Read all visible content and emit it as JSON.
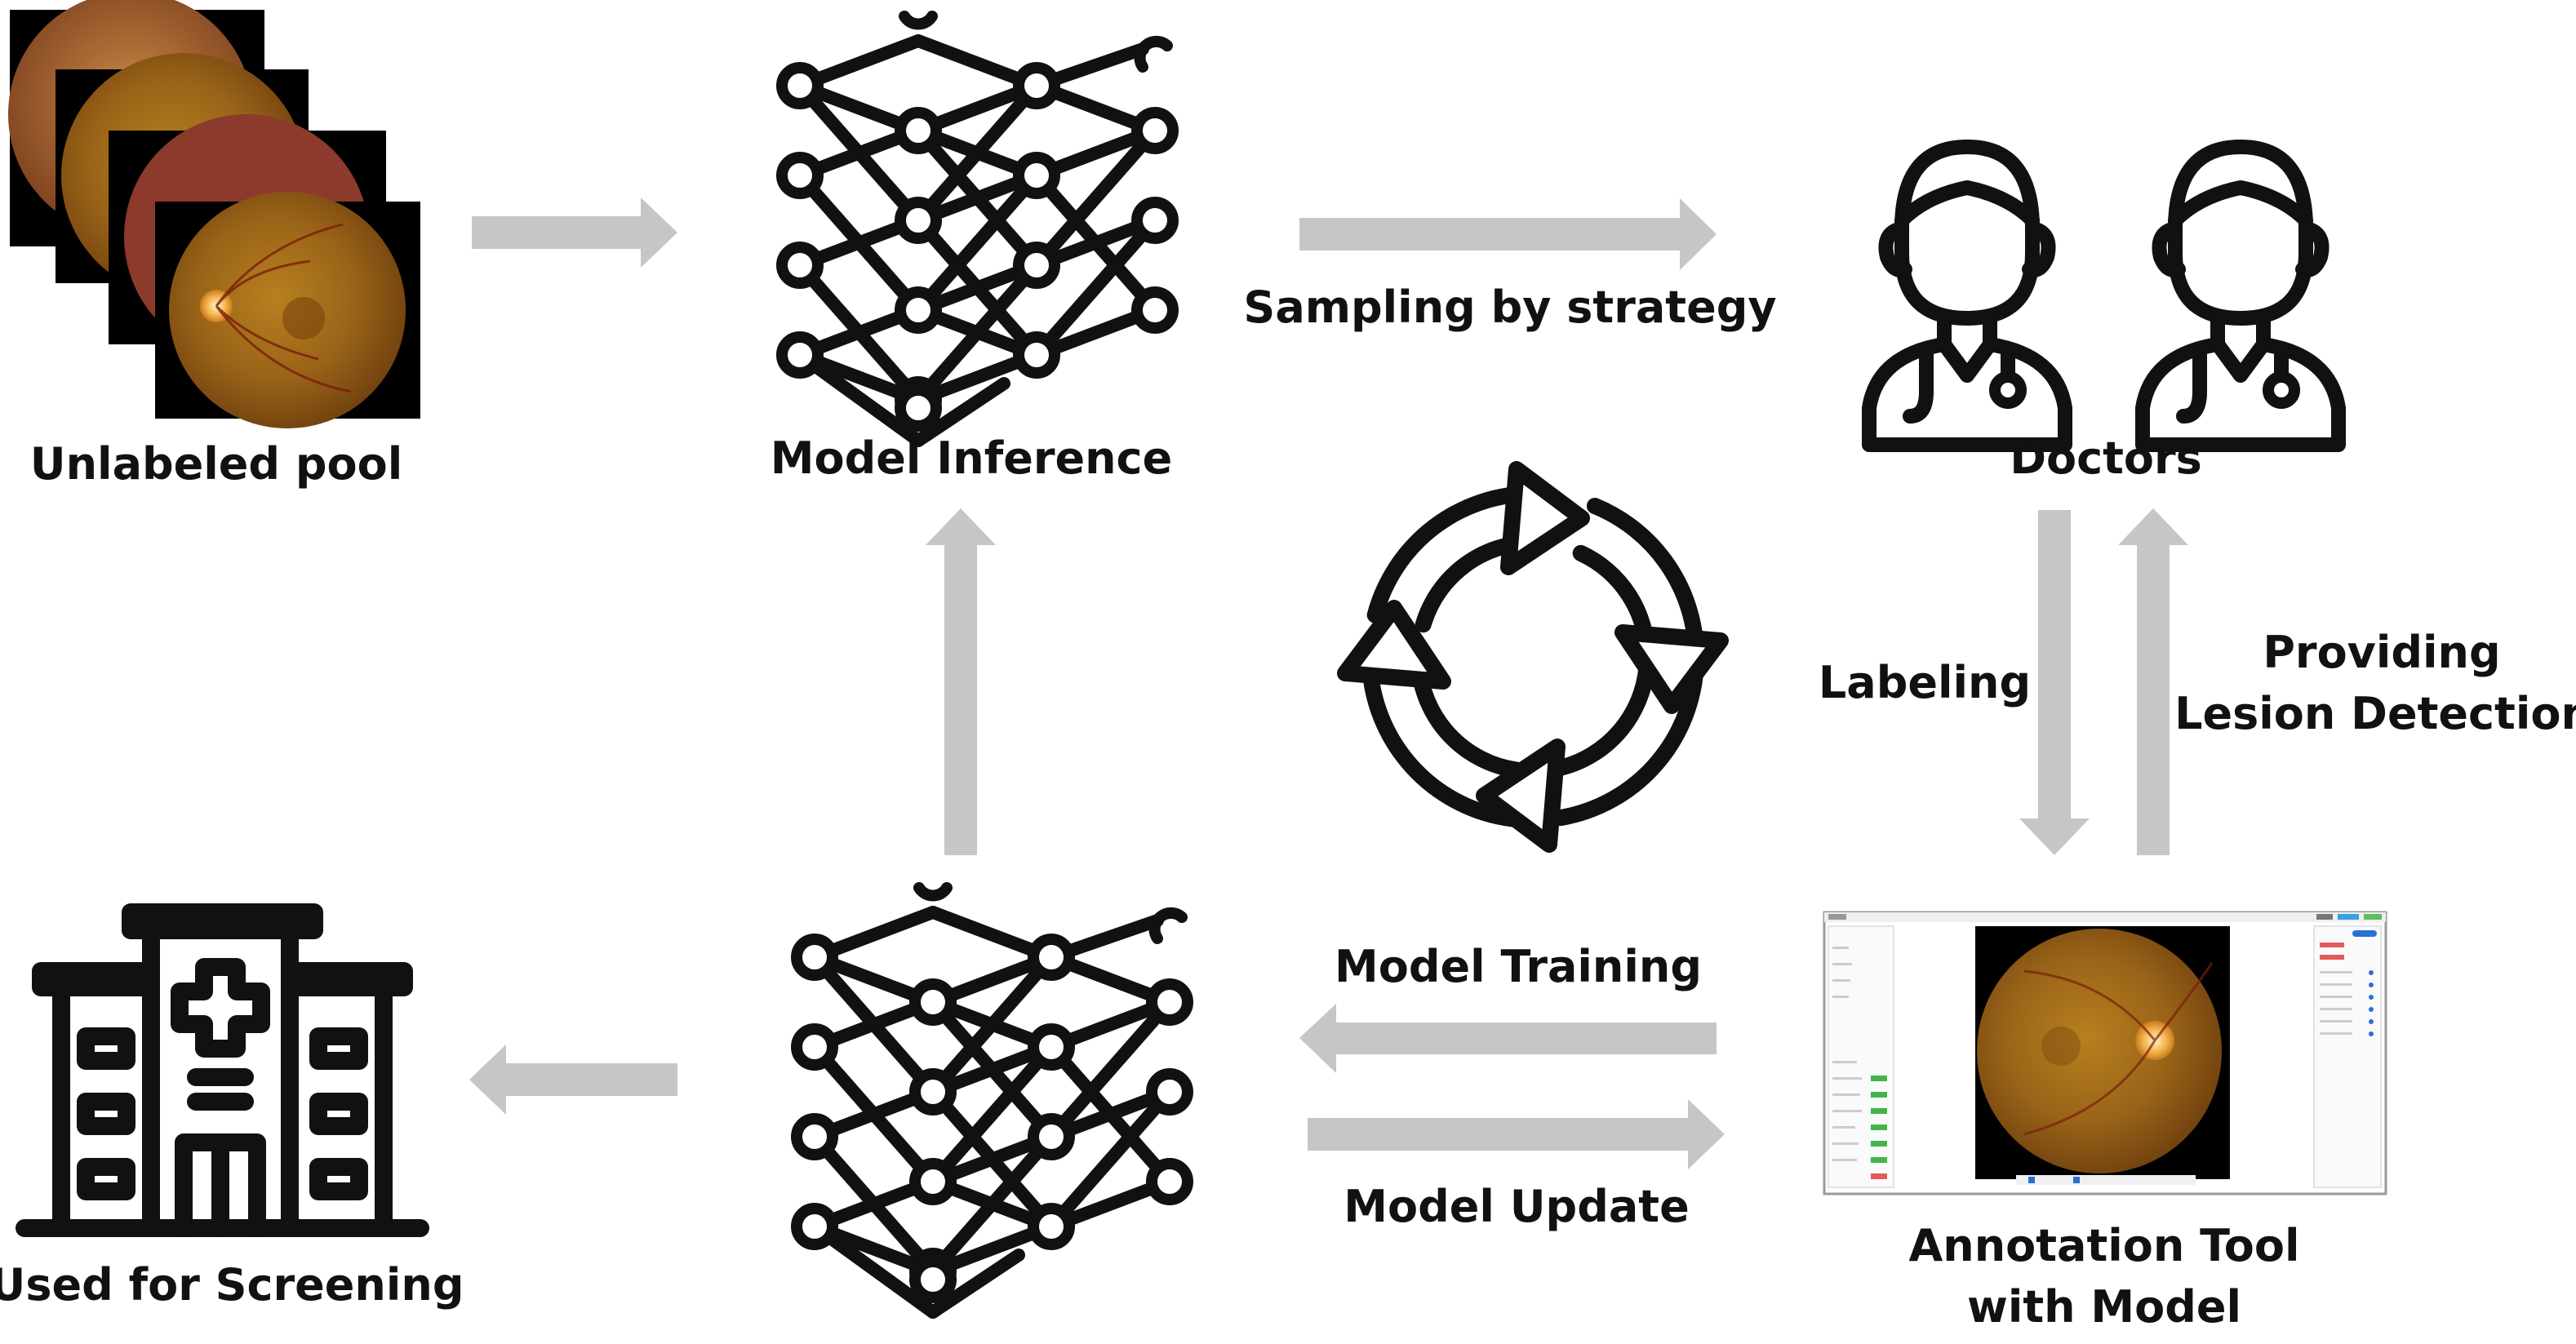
{
  "nodes": {
    "unlabeled_pool": "Unlabeled pool",
    "model_inference": "Model Inference",
    "doctors": "Doctors",
    "used_for_screening": "Used for Screening",
    "annotation_tool_line1": "Annotation Tool",
    "annotation_tool_line2": "with Model"
  },
  "edges": {
    "sampling": "Sampling by strategy",
    "labeling": "Labeling",
    "providing_line1": "Providing",
    "providing_line2": "Lesion Detection",
    "model_training": "Model Training",
    "model_update": "Model Update"
  },
  "colors": {
    "arrow": "#c6c6c6",
    "icon": "#111111",
    "fundus": "#a06a1c"
  },
  "icons": [
    "fundus-image-stack",
    "neural-network-icon",
    "doctor-icon",
    "cycle-icon",
    "hospital-icon",
    "annotation-tool-screenshot"
  ]
}
